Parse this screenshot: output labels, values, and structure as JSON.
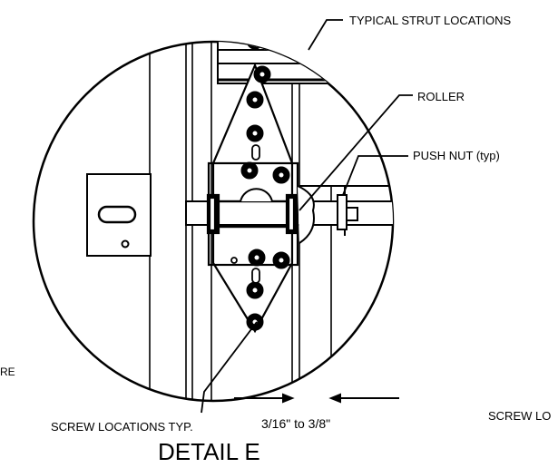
{
  "drawing": {
    "callouts": {
      "strut": "TYPICAL STRUT LOCATIONS",
      "roller": "ROLLER",
      "push_nut": "PUSH NUT (typ)",
      "screw_typ": "SCREW LOCATIONS TYP.",
      "gap": "3/16\" to 3/8\"",
      "screw_right": "SCREW LO",
      "left_cut": "RE"
    },
    "title": "DETAIL E"
  }
}
